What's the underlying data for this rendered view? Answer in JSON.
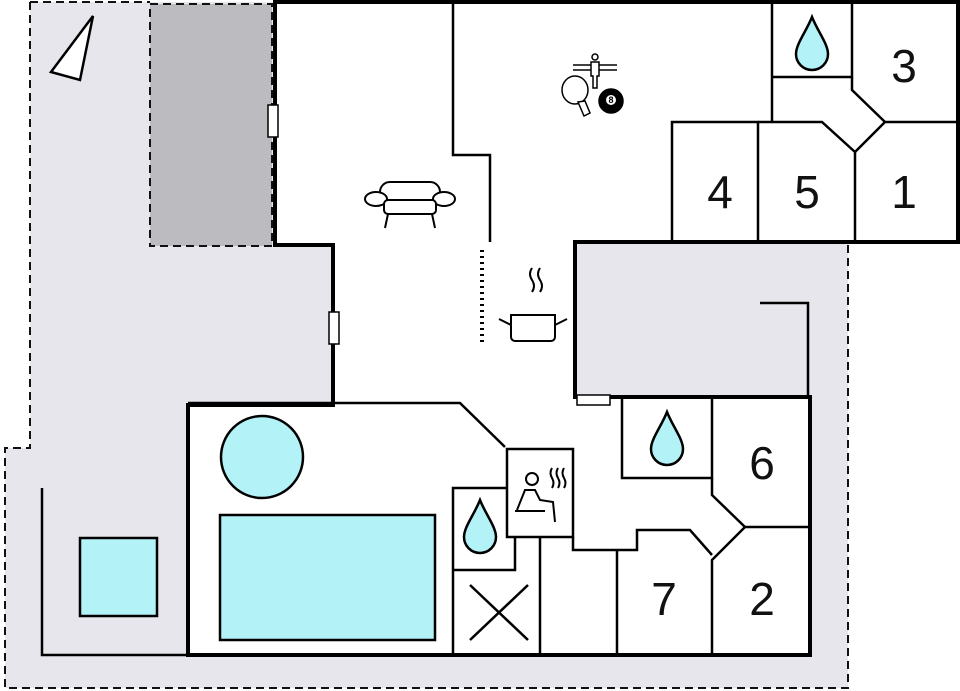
{
  "rooms": {
    "r1": "1",
    "r2": "2",
    "r3": "3",
    "r4": "4",
    "r5": "5",
    "r6": "6",
    "r7": "7"
  },
  "icons": {
    "billiard_ball": "8"
  },
  "colors": {
    "terrace": "#e6e6ec",
    "carport": "#bcbcc0",
    "water": "#b3f3f8",
    "wall": "#000000"
  }
}
